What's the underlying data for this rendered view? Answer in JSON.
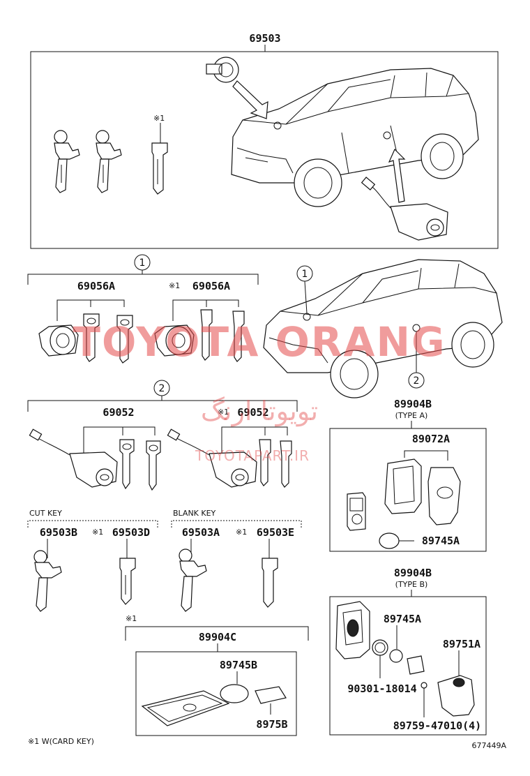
{
  "labels": {
    "top_assembly": "69503",
    "callout_1": "1",
    "callout_2": "2",
    "p_69056A": "69056A",
    "p_69056A_w": "69056A",
    "p_69052": "69052",
    "p_69052_w": "69052",
    "cut_key": "CUT KEY",
    "blank_key": "BLANK KEY",
    "p_69503B": "69503B",
    "p_69503D": "69503D",
    "p_69503A": "69503A",
    "p_69503E": "69503E",
    "p_89904B_a": "89904B",
    "type_a": "(TYPE A)",
    "p_89072A": "89072A",
    "p_89745A_a": "89745A",
    "p_89904B_b": "89904B",
    "type_b": "(TYPE B)",
    "p_89745A_b": "89745A",
    "p_89751A": "89751A",
    "p_90301": "90301-18014",
    "p_89759": "89759-47010(4)",
    "p_89904C": "89904C",
    "p_89745B": "89745B",
    "p_8975B": "8975B",
    "note_mark": "※1",
    "note_mark_top": "※1",
    "note_mark_c": "※1",
    "footnote": "※1 W(CARD KEY)",
    "figure_id": "677449A"
  },
  "watermark": {
    "brand": "TOYOTA ORANG",
    "farsi": "تویوتا ارنگ",
    "url": "TOYOTAPART.IR"
  },
  "colors": {
    "line": "#111111",
    "watermark": "#e34b4b"
  }
}
